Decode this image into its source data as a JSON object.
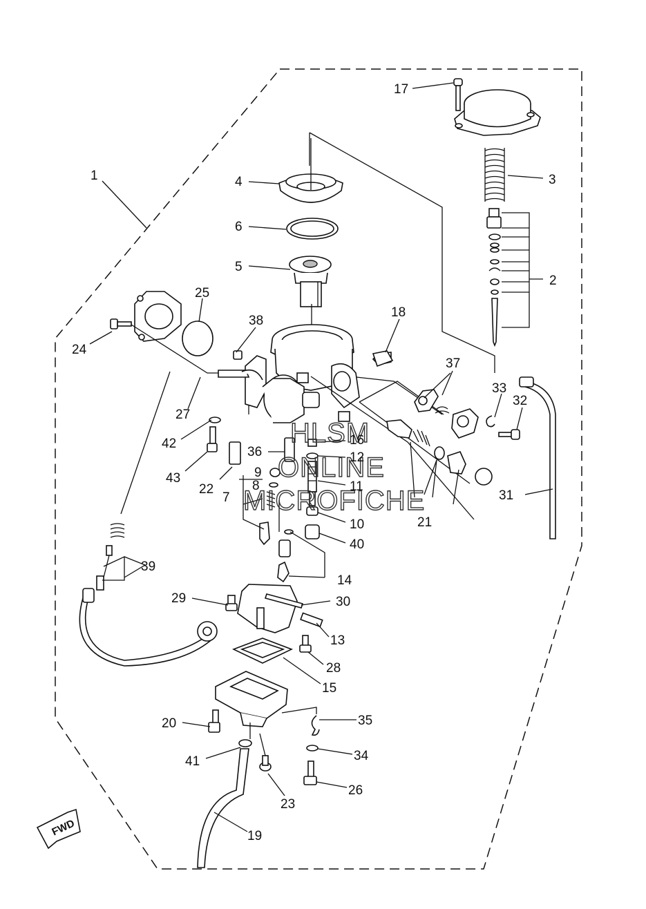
{
  "watermark": {
    "line1": "HLSM",
    "line2": "ONLINE",
    "line3": "MICROFICHE"
  },
  "fwd_label": "FWD",
  "callouts": [
    {
      "id": "c1",
      "text": "1"
    },
    {
      "id": "c2",
      "text": "2"
    },
    {
      "id": "c3",
      "text": "3"
    },
    {
      "id": "c4",
      "text": "4"
    },
    {
      "id": "c5",
      "text": "5"
    },
    {
      "id": "c6",
      "text": "6"
    },
    {
      "id": "c7",
      "text": "7"
    },
    {
      "id": "c8",
      "text": "8"
    },
    {
      "id": "c9",
      "text": "9"
    },
    {
      "id": "c10",
      "text": "10"
    },
    {
      "id": "c11",
      "text": "11"
    },
    {
      "id": "c12",
      "text": "12"
    },
    {
      "id": "c13",
      "text": "13"
    },
    {
      "id": "c14",
      "text": "14"
    },
    {
      "id": "c15",
      "text": "15"
    },
    {
      "id": "c16",
      "text": "16"
    },
    {
      "id": "c17",
      "text": "17"
    },
    {
      "id": "c18",
      "text": "18"
    },
    {
      "id": "c19",
      "text": "19"
    },
    {
      "id": "c20",
      "text": "20"
    },
    {
      "id": "c21",
      "text": "21"
    },
    {
      "id": "c22",
      "text": "22"
    },
    {
      "id": "c23",
      "text": "23"
    },
    {
      "id": "c24",
      "text": "24"
    },
    {
      "id": "c25",
      "text": "25"
    },
    {
      "id": "c26",
      "text": "26"
    },
    {
      "id": "c27",
      "text": "27"
    },
    {
      "id": "c28",
      "text": "28"
    },
    {
      "id": "c29",
      "text": "29"
    },
    {
      "id": "c30",
      "text": "30"
    },
    {
      "id": "c31",
      "text": "31"
    },
    {
      "id": "c32",
      "text": "32"
    },
    {
      "id": "c33",
      "text": "33"
    },
    {
      "id": "c34",
      "text": "34"
    },
    {
      "id": "c35",
      "text": "35"
    },
    {
      "id": "c36",
      "text": "36"
    },
    {
      "id": "c37",
      "text": "37"
    },
    {
      "id": "c38",
      "text": "38"
    },
    {
      "id": "c39",
      "text": "39"
    },
    {
      "id": "c40",
      "text": "40"
    },
    {
      "id": "c41",
      "text": "41"
    },
    {
      "id": "c42",
      "text": "42"
    },
    {
      "id": "c43",
      "text": "43"
    }
  ]
}
